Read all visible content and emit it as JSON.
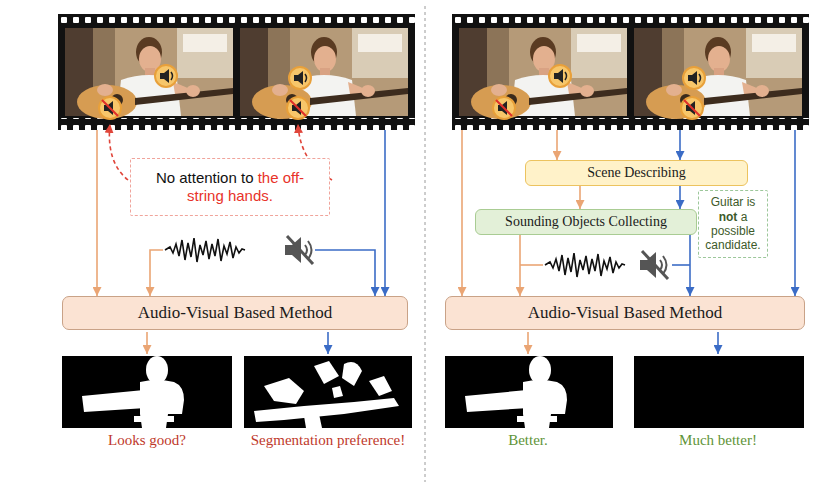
{
  "diagram": {
    "nodes": [
      {
        "text": [
          "No attention to the off-string hands."
        ]
      },
      {
        "text": [
          "Audio-Visual Based Method"
        ]
      },
      {
        "text": [
          "Scene Describing"
        ]
      },
      {
        "text": [
          "Sounding Objects Collecting"
        ]
      },
      {
        "text": [
          "Guitar is not a possible candidate."
        ]
      },
      {
        "text": [
          "Audio-Visual Based Method"
        ]
      }
    ],
    "edges": [
      {
        "from": 2,
        "to": 3,
        "arrow": "to"
      },
      {
        "from": 2,
        "to": 3,
        "arrow": "to"
      },
      {
        "from": 3,
        "to": 5,
        "arrow": "to"
      },
      {
        "from": 3,
        "to": 5,
        "arrow": "to"
      }
    ],
    "labels": [
      "Looks good?",
      "Segmentation preference!",
      "Better.",
      "Much better!"
    ]
  }
}
